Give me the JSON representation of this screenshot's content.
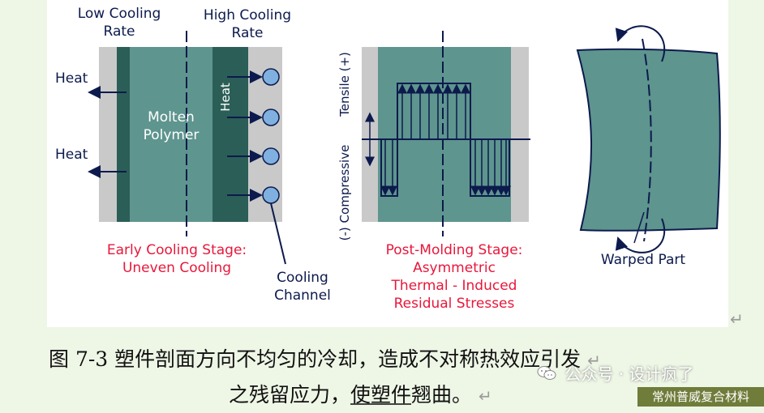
{
  "figure": {
    "left": {
      "low_rate": "Low Cooling\nRate",
      "high_rate": "High Cooling\nRate",
      "heat_1": "Heat",
      "heat_2": "Heat",
      "molten": "Molten\nPolymer",
      "heat_inner": "Heat",
      "stage": "Early Cooling Stage:\nUneven Cooling",
      "channel": "Cooling\nChannel"
    },
    "middle": {
      "tensile": "Tensile (+)",
      "compressive": "(-) Compressive",
      "stage": "Post-Molding Stage:\nAsymmetric\nThermal - Induced\nResidual Stresses"
    },
    "right": {
      "warped": "Warped Part"
    },
    "colors": {
      "dark_teal": "#2b5e57",
      "mid_teal": "#5e958e",
      "gray": "#c9c9c9",
      "circle": "#7fb0e0",
      "navy": "#0c1a4d",
      "red": "#e8173a"
    }
  },
  "caption": {
    "line1": "图 7-3    塑件剖面方向不均匀的冷却，造成不对称热效应引发",
    "line2_a": "之残留应力，",
    "line2_b": "使塑件",
    "line2_c": "翘曲。",
    "return_mark": "↵"
  },
  "watermark": {
    "icon": "wechat-icon",
    "text": "公众号 · 设计疯了",
    "brand": "常州普威复合材料"
  }
}
